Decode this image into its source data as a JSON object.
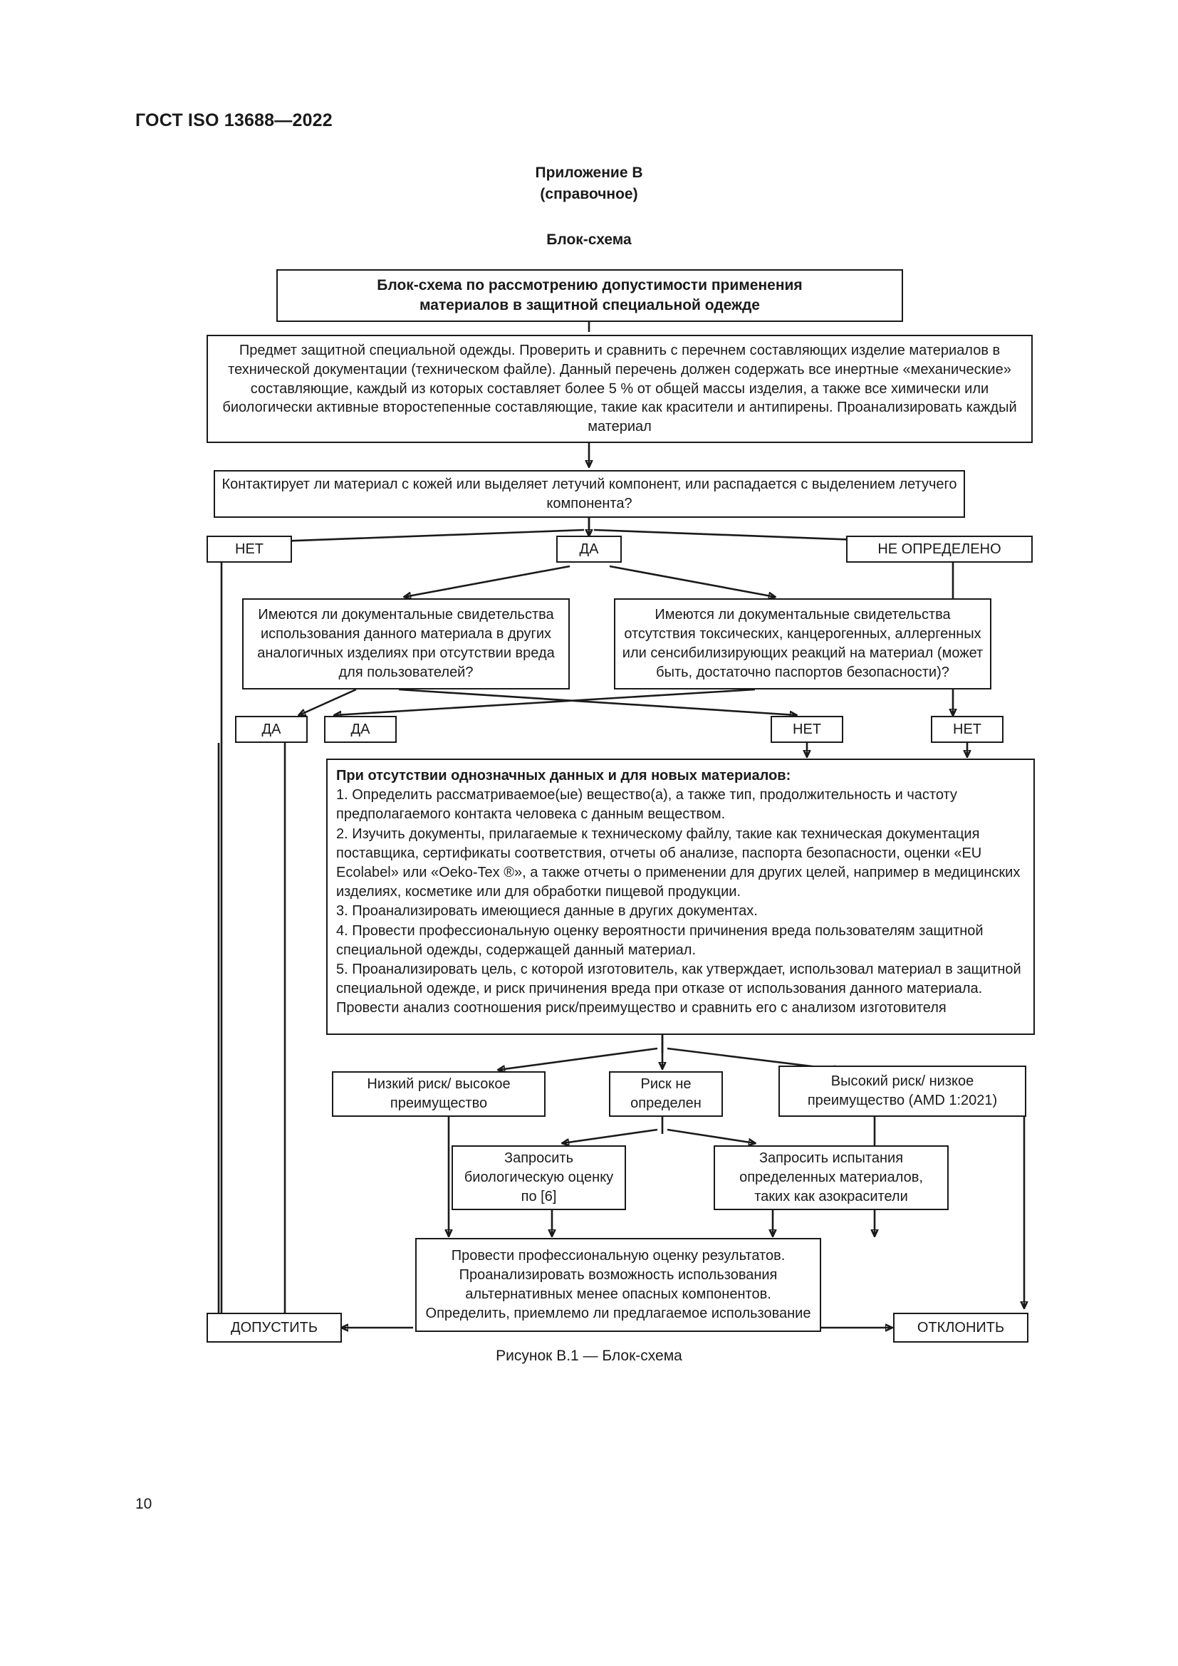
{
  "document": {
    "header": "ГОСТ ISO 13688—2022",
    "page_number": "10",
    "annex_title": "Приложение В",
    "annex_kind": "(справочное)",
    "section_heading": "Блок-схема",
    "figure_caption": "Рисунок В.1 — Блок-схема"
  },
  "flowchart": {
    "title": {
      "line1": "Блок-схема по рассмотрению допустимости применения",
      "line2": "материалов в защитной специальной одежде"
    },
    "intro": "Предмет защитной специальной одежды. Проверить и сравнить с перечнем составляющих изделие материалов в технической документации (техническом файле). Данный перечень должен содержать все инертные «механические» составляющие, каждый из которых составляет более 5 % от общей массы изделия, а также все химически или биологически активные второстепенные составляющие, такие как красители и антипирены. Проанализировать каждый материал",
    "decision1": "Контактирует ли материал с кожей или выделяет летучий компонент, или распадается с выделением летучего компонента?",
    "branch_no": "НЕТ",
    "branch_yes": "ДА",
    "branch_undetermined": "НЕ ОПРЕДЕЛЕНО",
    "question_left": "Имеются ли документальные свидетельства использования данного материала в других аналогичных изделиях при отсутствии вреда для пользователей?",
    "question_right": "Имеются ли документальные свидетельства отсутствия токсических, канцерогенных, аллергенных или сенсибилизирующих реакций на материал (может быть, достаточно паспортов безопасности)?",
    "answer_yes_1": "ДА",
    "answer_yes_2": "ДА",
    "answer_no_1": "НЕТ",
    "answer_no_2": "НЕТ",
    "procedure": {
      "heading": "При отсутствии однозначных данных и для новых материалов:",
      "items": [
        "1. Определить рассматриваемое(ые) вещество(а), а также тип, продолжительность и частоту предполагаемого контакта человека с данным веществом.",
        "2. Изучить документы, прилагаемые к техническому файлу, такие как техническая документация поставщика, сертификаты соответствия, отчеты об анализе, паспорта безопасности, оценки «EU Ecolabel» или «Oeko-Tex ®», а также отчеты о применении для других целей, например в медицинских изделиях, косметике или для обработки пищевой продукции.",
        "3. Проанализировать имеющиеся данные в других документах.",
        "4. Провести профессиональную оценку вероятности причинения вреда пользователям защитной специальной одежды, содержащей данный материал.",
        "5. Проанализировать цель, с которой изготовитель, как утверждает, использовал материал в защитной специальной одежде, и риск причинения вреда при отказе от использования данного материала. Провести анализ соотношения риск/преимущество и сравнить его с анализом изготовителя"
      ]
    },
    "risk_low": "Низкий риск/ высокое преимущество",
    "risk_unknown": "Риск не определен",
    "risk_high": "Высокий риск/ низкое преимущество (AMD 1:2021)",
    "request_bio": "Запросить биологическую оценку по [6]",
    "request_tests": "Запросить испытания определенных материалов, таких как азокрасители",
    "final_evaluation": "Провести профессиональную оценку результатов. Проанализировать возможность использования альтернативных менее опасных компонентов. Определить, приемлемо ли предлагаемое использование",
    "outcome_accept": "ДОПУСТИТЬ",
    "outcome_reject": "ОТКЛОНИТЬ"
  }
}
